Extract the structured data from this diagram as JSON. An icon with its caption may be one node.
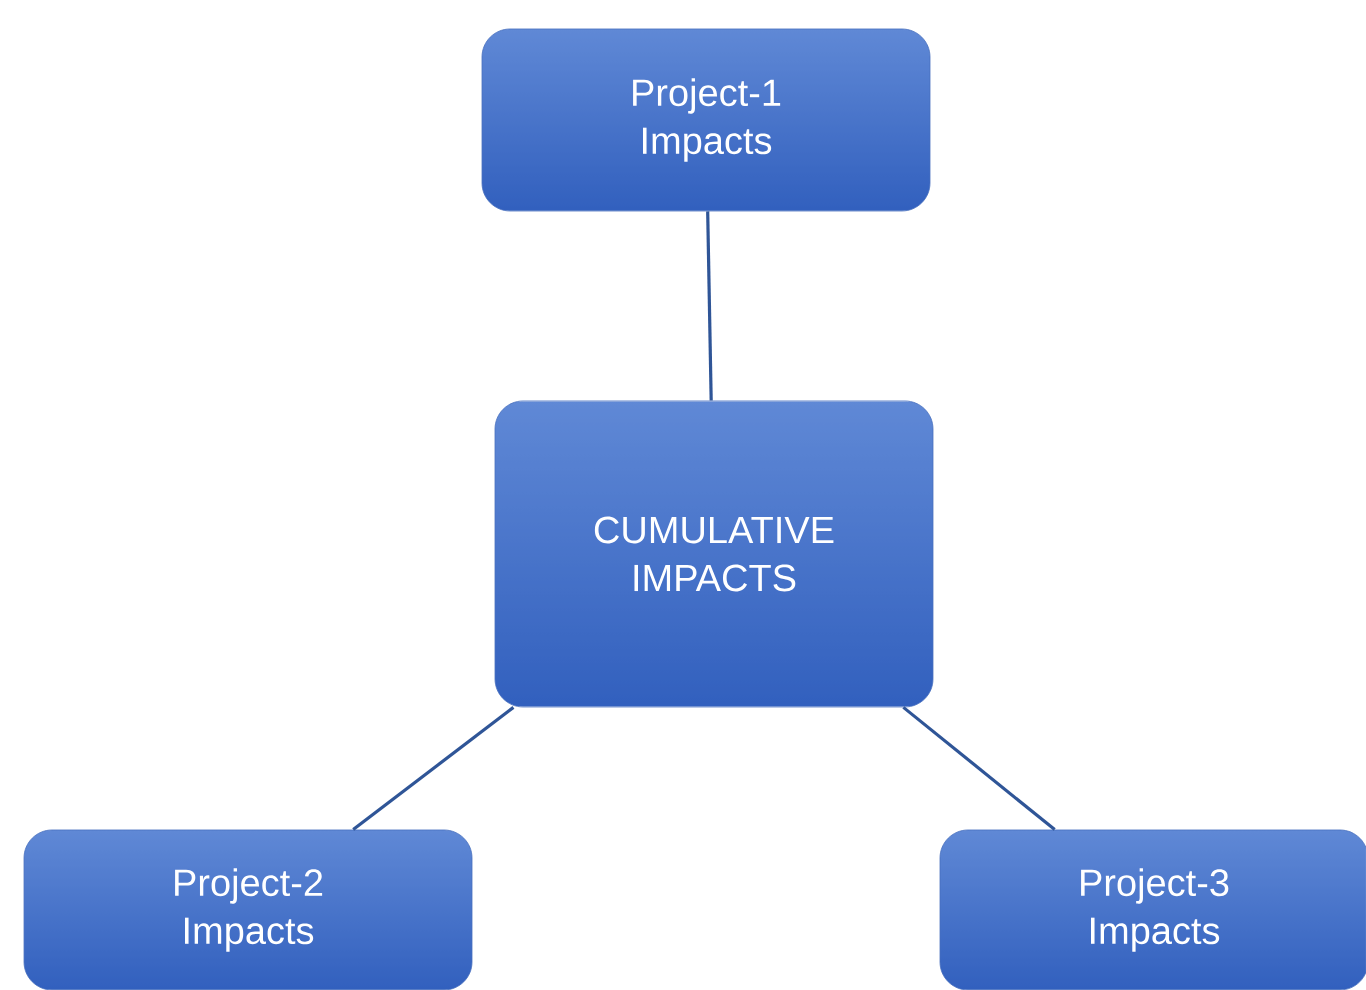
{
  "diagram": {
    "nodes": [
      {
        "text": [
          "Project-1 Impacts"
        ]
      },
      {
        "text": [
          "CUMULATIVE IMPACTS"
        ]
      },
      {
        "text": [
          "Project-2 Impacts"
        ]
      },
      {
        "text": [
          "Project-3 Impacts"
        ]
      }
    ],
    "edges": [
      {
        "from": 0,
        "to": 1,
        "arrow": "none"
      },
      {
        "from": 1,
        "to": 2,
        "arrow": "none"
      },
      {
        "from": 1,
        "to": 3,
        "arrow": "none"
      }
    ]
  }
}
